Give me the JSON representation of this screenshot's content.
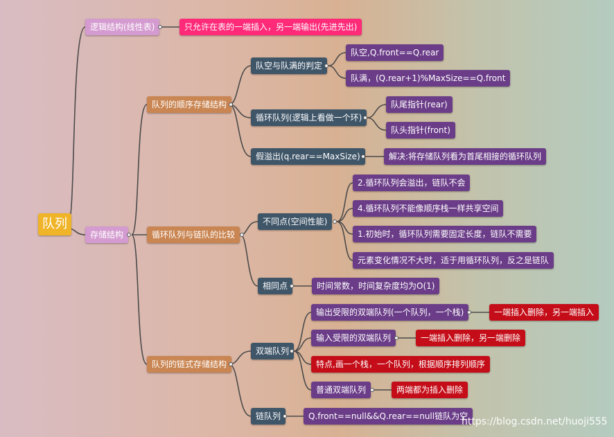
{
  "root": "队列",
  "logic": {
    "label": "逻辑结构(线性表)",
    "desc": "只允许在表的一端插入，另一端输出(先进先出)"
  },
  "storage": {
    "label": "存储结构",
    "sequential": {
      "label": "队列的顺序存储结构",
      "empty_full": {
        "label": "队空与队满的判定",
        "empty": "队空,Q.front==Q.rear",
        "full": "队满，(Q.rear+1)%MaxSize==Q.front"
      },
      "circular": {
        "label": "循环队列(逻辑上看做一个环)",
        "rear": "队尾指针(rear)",
        "front": "队头指针(front)"
      },
      "overflow": {
        "label": "假溢出(q.rear==MaxSize)",
        "solution": "解决:将存储队列看为首尾相接的循环队列"
      }
    },
    "compare": {
      "label": "循环队列与链队的比较",
      "differences": {
        "label": "不同点(空间性能)",
        "items": [
          "2.循环队列会溢出，链队不会",
          "4.循环队列不能像顺序栈一样共享空间",
          "1.初始时，循环队列需要固定长度，链队不需要",
          "元素变化情况不大时，适于用循环队列，反之是链队"
        ]
      },
      "same": {
        "label": "相同点",
        "desc": "时间常数，时间复杂度均为O(1)"
      }
    },
    "linked": {
      "label": "队列的链式存储结构",
      "deque": {
        "label": "双端队列",
        "output_restricted": "输出受限的双端队列(一个队列，一个栈)",
        "output_restricted_note": "一端插入删除，另一端插入",
        "input_restricted": "输入受限的双端队列",
        "input_restricted_note": "一端插入删除，另一端删除",
        "feature": "特点,画一个栈，一个队列，根据顺序排列顺序",
        "normal": "普通双端队列",
        "normal_note": "两端都为插入删除"
      },
      "chain": {
        "label": "链队列",
        "desc": "Q.front==null&&Q.rear==null链队为空"
      }
    }
  },
  "watermark": "https://blog.csdn.net/huoji555",
  "colors": {
    "root": "#f0b429",
    "level1": "#d49bd0",
    "level2": "#c98552",
    "level3": "#3f5568",
    "leaf": "#6b3d88",
    "highlight": "#ff2a78",
    "alert": "#c40d18"
  }
}
